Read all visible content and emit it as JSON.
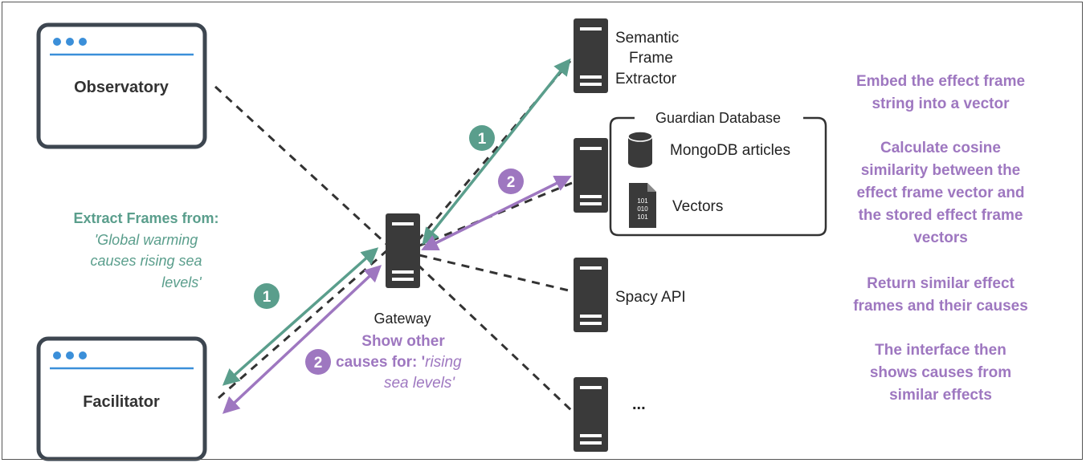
{
  "clients": {
    "observatory": {
      "label": "Observatory"
    },
    "facilitator": {
      "label": "Facilitator"
    }
  },
  "gateway": {
    "label": "Gateway"
  },
  "services": {
    "semantic_frame_extractor": {
      "line1": "Semantic",
      "line2": "Frame",
      "line3": "Extractor"
    },
    "guardian_database": {
      "title": "Guardian Database",
      "mongodb_label": "MongoDB articles",
      "vectors_label": "Vectors",
      "file_icon_text": [
        "101",
        "010",
        "101"
      ]
    },
    "spacy_api": {
      "label": "Spacy API"
    },
    "more": {
      "label": "..."
    }
  },
  "steps": {
    "step1_badge": "1",
    "step2_badge": "2"
  },
  "annotations": {
    "extract_title": "Extract Frames from:",
    "extract_quote_1": "'Global warming",
    "extract_quote_2": "causes rising sea",
    "extract_quote_3": "levels'",
    "show_other_1": "Show other",
    "show_other_2_prefix": "causes for: '",
    "show_other_2_italic": "rising",
    "show_other_3": "sea levels'"
  },
  "right_notes": [
    [
      "Embed the effect frame",
      "string into a vector"
    ],
    [
      "Calculate cosine",
      "similarity between the",
      "effect frame vector and",
      "the stored effect frame",
      "vectors"
    ],
    [
      "Return similar effect",
      "frames and their causes"
    ],
    [
      "The interface then",
      "shows causes from",
      "similar effects"
    ]
  ],
  "colors": {
    "teal": "#5a9e8c",
    "purple": "#9e77c0",
    "server": "#3a3a3a",
    "window_border": "#3d4650",
    "window_accent": "#3b8fd9"
  }
}
